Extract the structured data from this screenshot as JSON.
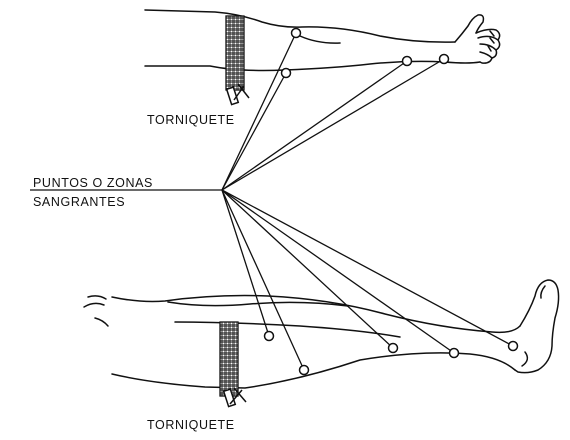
{
  "labels": {
    "tourniquet_top": "TORNIQUETE",
    "bleeding_points_line1": "PUNTOS O ZONAS",
    "bleeding_points_line2": "SANGRANTES",
    "tourniquet_bottom": "TORNIQUETE"
  },
  "colors": {
    "line": "#111111",
    "background": "#ffffff"
  }
}
